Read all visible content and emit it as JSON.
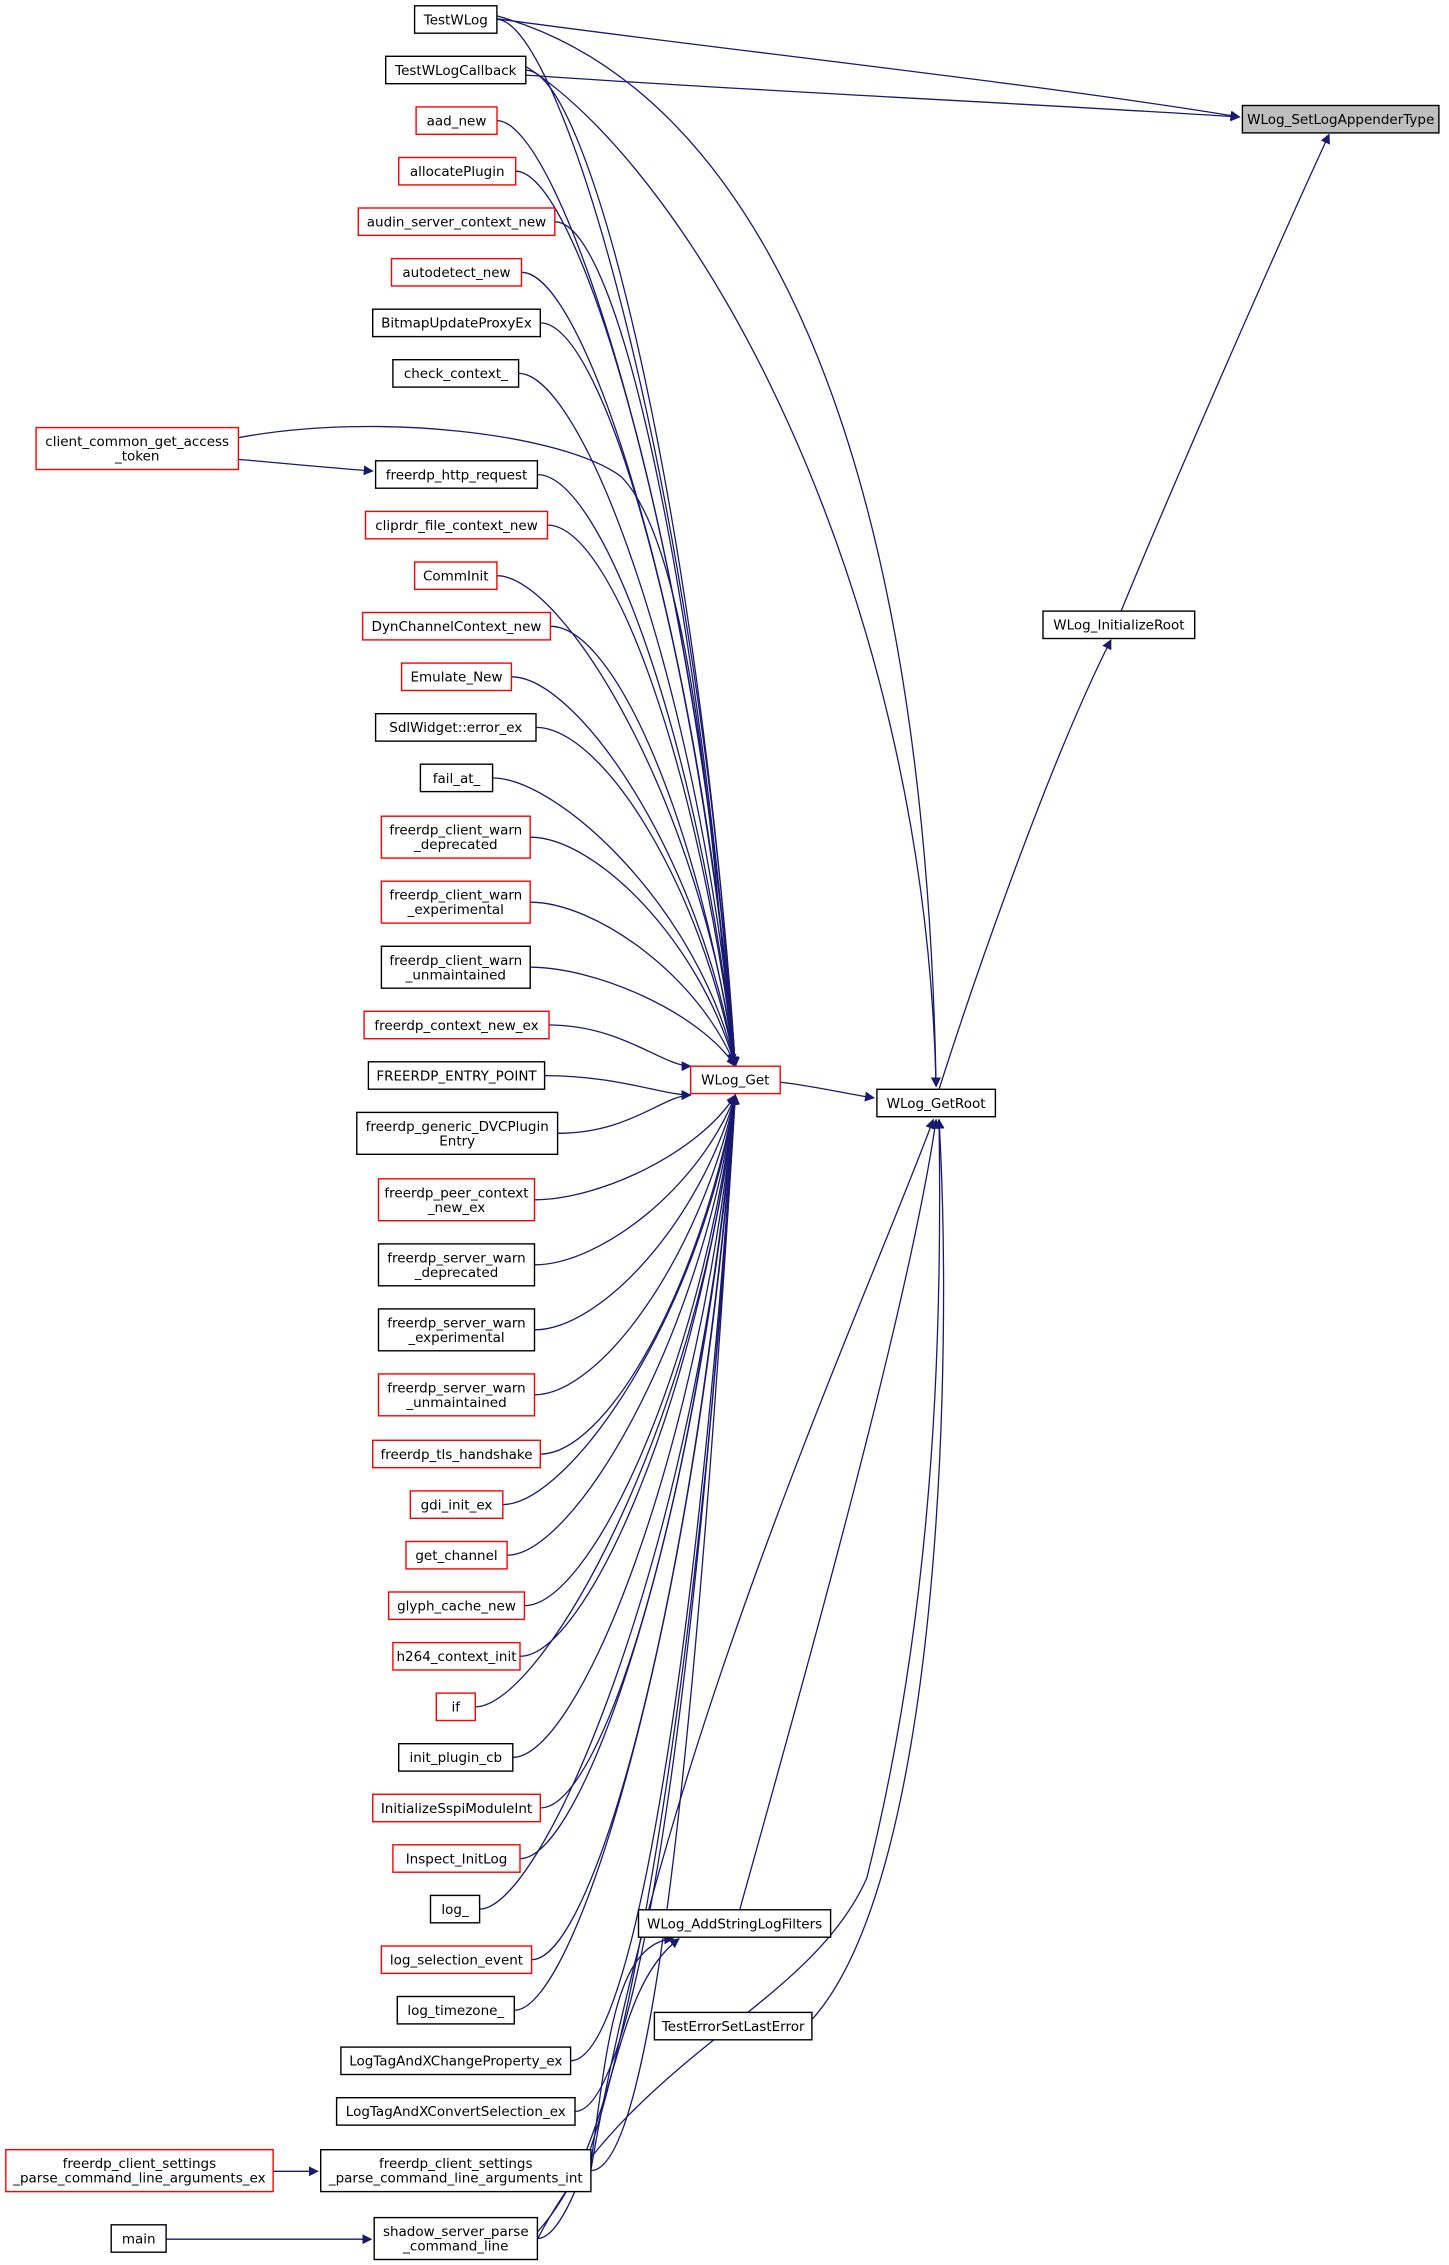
{
  "diagram": {
    "nodes": [
      {
        "id": "root",
        "label": [
          "WLog_SetLogAppenderType"
        ],
        "border": "root"
      },
      {
        "id": "initroot",
        "label": [
          "WLog_InitializeRoot"
        ],
        "border": "black"
      },
      {
        "id": "getroot",
        "label": [
          "WLog_GetRoot"
        ],
        "border": "black"
      },
      {
        "id": "wlogget",
        "label": [
          "WLog_Get"
        ],
        "border": "red"
      },
      {
        "id": "addfilters",
        "label": [
          "WLog_AddStringLogFilters"
        ],
        "border": "black"
      },
      {
        "id": "testerror",
        "label": [
          "TestErrorSetLastError"
        ],
        "border": "black"
      },
      {
        "id": "testwlog",
        "label": [
          "TestWLog"
        ],
        "border": "black"
      },
      {
        "id": "testwlogcb",
        "label": [
          "TestWLogCallback"
        ],
        "border": "black"
      },
      {
        "id": "aad",
        "label": [
          "aad_new"
        ],
        "border": "red"
      },
      {
        "id": "allocplugin",
        "label": [
          "allocatePlugin"
        ],
        "border": "red"
      },
      {
        "id": "audin",
        "label": [
          "audin_server_context_new"
        ],
        "border": "red"
      },
      {
        "id": "autodetect",
        "label": [
          "autodetect_new"
        ],
        "border": "red"
      },
      {
        "id": "bitmap",
        "label": [
          "BitmapUpdateProxyEx"
        ],
        "border": "black"
      },
      {
        "id": "checkctx",
        "label": [
          "check_context_"
        ],
        "border": "black"
      },
      {
        "id": "clientcommon",
        "label": [
          "client_common_get_access",
          "_token"
        ],
        "border": "red"
      },
      {
        "id": "httpreq",
        "label": [
          "freerdp_http_request"
        ],
        "border": "black"
      },
      {
        "id": "cliprdr",
        "label": [
          "cliprdr_file_context_new"
        ],
        "border": "red"
      },
      {
        "id": "comminit",
        "label": [
          "CommInit"
        ],
        "border": "red"
      },
      {
        "id": "dynchan",
        "label": [
          "DynChannelContext_new"
        ],
        "border": "red"
      },
      {
        "id": "emulate",
        "label": [
          "Emulate_New"
        ],
        "border": "red"
      },
      {
        "id": "sdlwidget",
        "label": [
          "SdlWidget::error_ex"
        ],
        "border": "black"
      },
      {
        "id": "failat",
        "label": [
          "fail_at_"
        ],
        "border": "black"
      },
      {
        "id": "cwdep",
        "label": [
          "freerdp_client_warn",
          "_deprecated"
        ],
        "border": "red"
      },
      {
        "id": "cwexp",
        "label": [
          "freerdp_client_warn",
          "_experimental"
        ],
        "border": "red"
      },
      {
        "id": "cwunm",
        "label": [
          "freerdp_client_warn",
          "_unmaintained"
        ],
        "border": "black"
      },
      {
        "id": "ctxnew",
        "label": [
          "freerdp_context_new_ex"
        ],
        "border": "red"
      },
      {
        "id": "entry",
        "label": [
          "FREERDP_ENTRY_POINT"
        ],
        "border": "black"
      },
      {
        "id": "dvcplugin",
        "label": [
          "freerdp_generic_DVCPlugin",
          "Entry"
        ],
        "border": "black"
      },
      {
        "id": "peerctx",
        "label": [
          "freerdp_peer_context",
          "_new_ex"
        ],
        "border": "red"
      },
      {
        "id": "swdep",
        "label": [
          "freerdp_server_warn",
          "_deprecated"
        ],
        "border": "black"
      },
      {
        "id": "swexp",
        "label": [
          "freerdp_server_warn",
          "_experimental"
        ],
        "border": "black"
      },
      {
        "id": "swunm",
        "label": [
          "freerdp_server_warn",
          "_unmaintained"
        ],
        "border": "red"
      },
      {
        "id": "tls",
        "label": [
          "freerdp_tls_handshake"
        ],
        "border": "red"
      },
      {
        "id": "gdiinit",
        "label": [
          "gdi_init_ex"
        ],
        "border": "red"
      },
      {
        "id": "getchannel",
        "label": [
          "get_channel"
        ],
        "border": "red"
      },
      {
        "id": "glyph",
        "label": [
          "glyph_cache_new"
        ],
        "border": "red"
      },
      {
        "id": "h264",
        "label": [
          "h264_context_init"
        ],
        "border": "red"
      },
      {
        "id": "if",
        "label": [
          "if"
        ],
        "border": "red"
      },
      {
        "id": "initplugin",
        "label": [
          "init_plugin_cb"
        ],
        "border": "black"
      },
      {
        "id": "sspi",
        "label": [
          "InitializeSspiModuleInt"
        ],
        "border": "red"
      },
      {
        "id": "inspect",
        "label": [
          "Inspect_InitLog"
        ],
        "border": "red"
      },
      {
        "id": "log",
        "label": [
          "log_"
        ],
        "border": "black"
      },
      {
        "id": "logsel",
        "label": [
          "log_selection_event"
        ],
        "border": "red"
      },
      {
        "id": "logtz",
        "label": [
          "log_timezone_"
        ],
        "border": "black"
      },
      {
        "id": "logtagprop",
        "label": [
          "LogTagAndXChangeProperty_ex"
        ],
        "border": "black"
      },
      {
        "id": "logtagconv",
        "label": [
          "LogTagAndXConvertSelection_ex"
        ],
        "border": "black"
      },
      {
        "id": "parseint",
        "label": [
          "freerdp_client_settings",
          "_parse_command_line_arguments_int"
        ],
        "border": "black"
      },
      {
        "id": "parseex",
        "label": [
          "freerdp_client_settings",
          "_parse_command_line_arguments_ex"
        ],
        "border": "red"
      },
      {
        "id": "shadowparse",
        "label": [
          "shadow_server_parse",
          "_command_line"
        ],
        "border": "black"
      },
      {
        "id": "main",
        "label": [
          "main"
        ],
        "border": "black"
      }
    ]
  }
}
